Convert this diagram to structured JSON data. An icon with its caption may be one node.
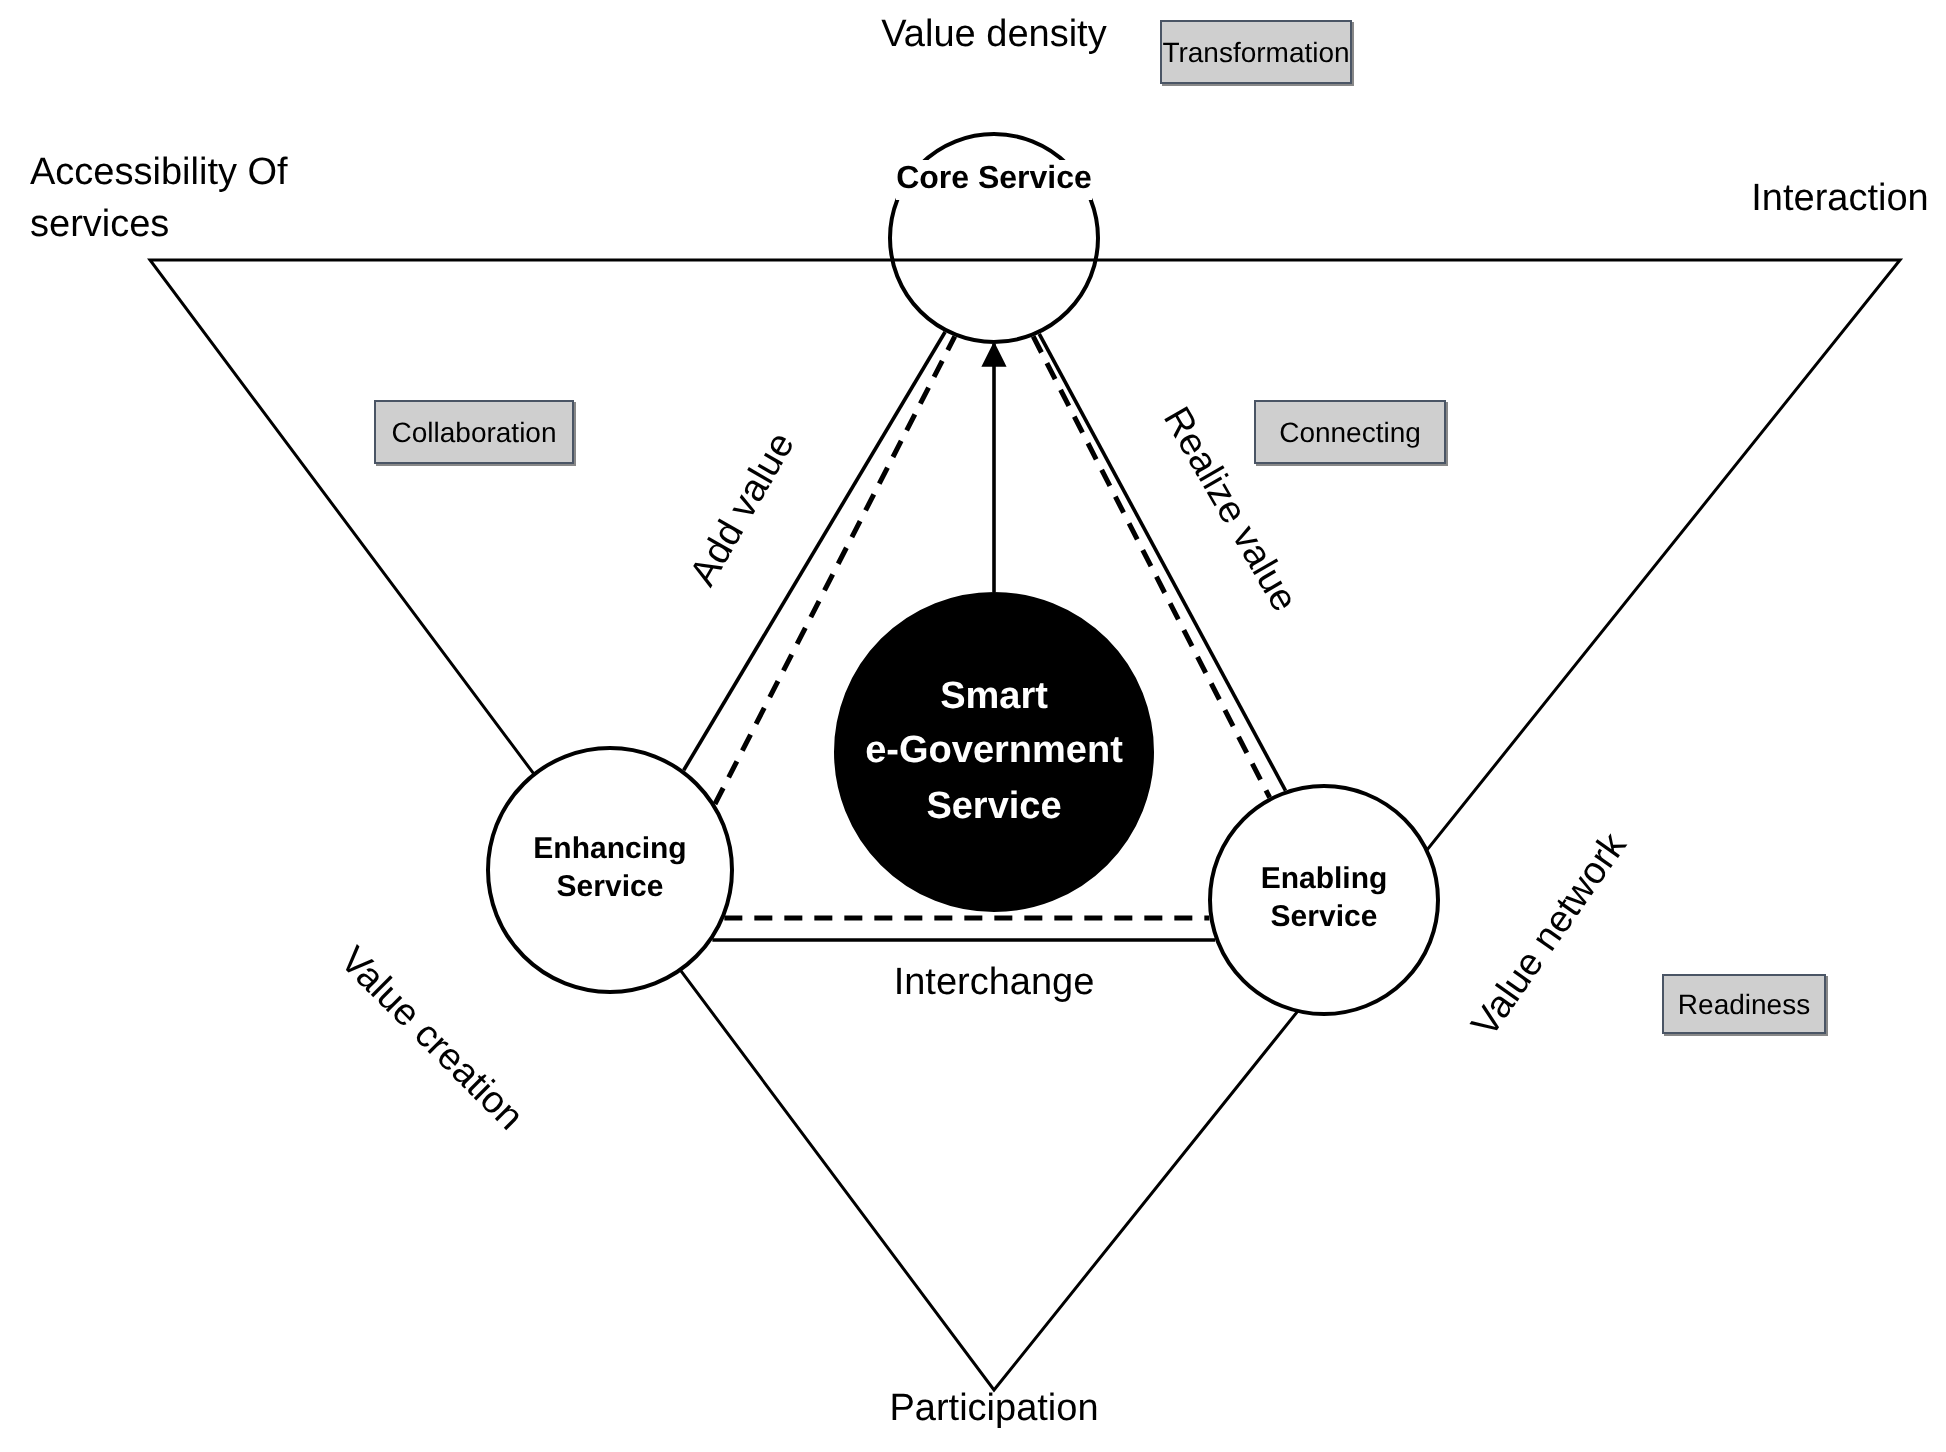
{
  "diagram": {
    "nodes": [
      {
        "text": [
          "Core Service"
        ]
      },
      {
        "text": [
          "Smart e-Government Service"
        ]
      },
      {
        "text": [
          "Enhancing Service"
        ]
      },
      {
        "text": [
          "Enabling Service"
        ]
      },
      {
        "text": [
          "Transformation"
        ]
      },
      {
        "text": [
          "Collaboration"
        ]
      },
      {
        "text": [
          "Connecting"
        ]
      },
      {
        "text": [
          "Readiness"
        ]
      }
    ],
    "edges": [
      {
        "from": 1,
        "to": 0,
        "arrow": "to"
      },
      {
        "from": 2,
        "to": 0,
        "arrow": "none",
        "label": "Add value"
      },
      {
        "from": 0,
        "to": 3,
        "arrow": "none",
        "label": "Realize value"
      },
      {
        "from": 2,
        "to": 3,
        "arrow": "none",
        "label": "Interchange"
      },
      {
        "from": 2,
        "to": 0,
        "arrow": "none",
        "style": "dashed"
      },
      {
        "from": 0,
        "to": 3,
        "arrow": "none",
        "style": "dashed"
      },
      {
        "from": 2,
        "to": 3,
        "arrow": "none",
        "style": "dashed"
      }
    ],
    "labels": [
      "Value density",
      "Accessibility Of services",
      "Interaction",
      "Value creation",
      "Value network",
      "Participation"
    ]
  }
}
